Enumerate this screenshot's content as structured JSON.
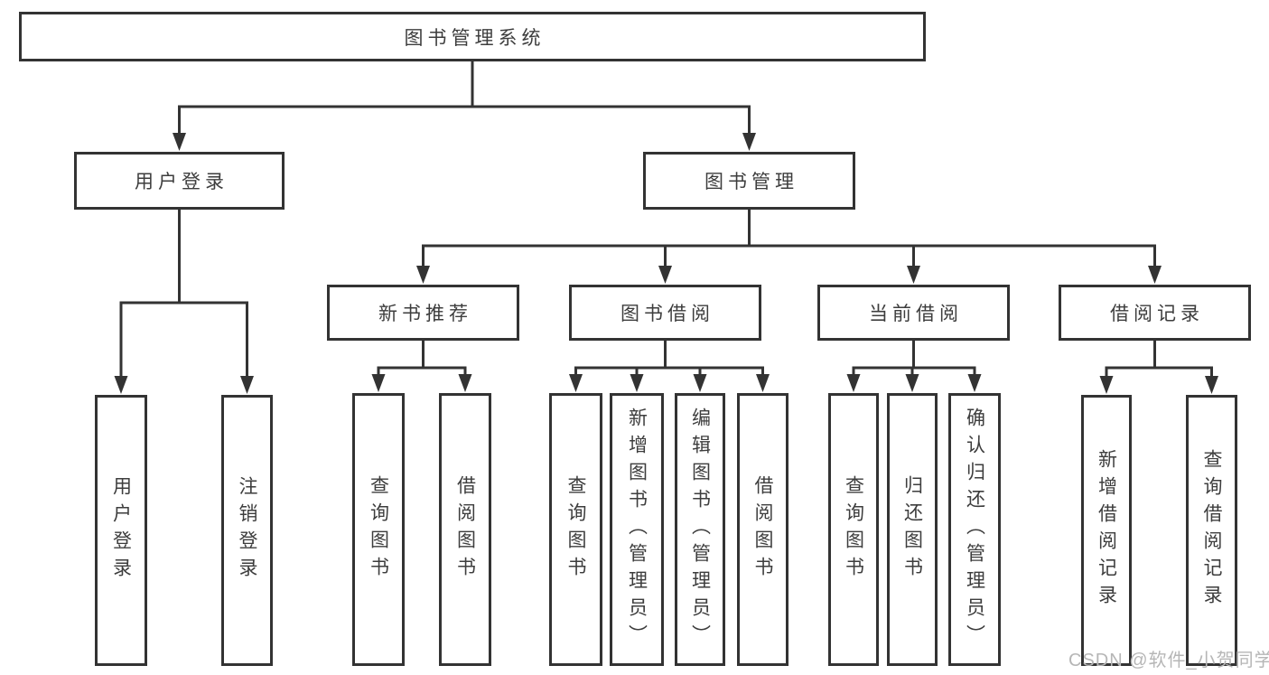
{
  "diagram": {
    "type": "tree",
    "title": "图书管理系统",
    "nodes": [
      {
        "id": "root",
        "label": "图书管理系统",
        "level": 0,
        "vertical": false
      },
      {
        "id": "user-login",
        "label": "用户登录",
        "level": 1,
        "vertical": false
      },
      {
        "id": "book-mgmt",
        "label": "图书管理",
        "level": 1,
        "vertical": false
      },
      {
        "id": "new-book-rec",
        "label": "新书推荐",
        "level": 2,
        "vertical": false
      },
      {
        "id": "book-borrow",
        "label": "图书借阅",
        "level": 2,
        "vertical": false
      },
      {
        "id": "current-borrow",
        "label": "当前借阅",
        "level": 2,
        "vertical": false
      },
      {
        "id": "borrow-record",
        "label": "借阅记录",
        "level": 2,
        "vertical": false
      },
      {
        "id": "l-user-login",
        "label": "用户登录",
        "level": 3,
        "vertical": true
      },
      {
        "id": "l-logout",
        "label": "注销登录",
        "level": 3,
        "vertical": true
      },
      {
        "id": "l-nb-query",
        "label": "查询图书",
        "level": 3,
        "vertical": true
      },
      {
        "id": "l-nb-borrow",
        "label": "借阅图书",
        "level": 3,
        "vertical": true
      },
      {
        "id": "l-bb-query",
        "label": "查询图书",
        "level": 3,
        "vertical": true
      },
      {
        "id": "l-bb-add",
        "label": "新增图书（管理员）",
        "level": 3,
        "vertical": true
      },
      {
        "id": "l-bb-edit",
        "label": "编辑图书（管理员）",
        "level": 3,
        "vertical": true
      },
      {
        "id": "l-bb-borrow",
        "label": "借阅图书",
        "level": 3,
        "vertical": true
      },
      {
        "id": "l-cb-query",
        "label": "查询图书",
        "level": 3,
        "vertical": true
      },
      {
        "id": "l-cb-return",
        "label": "归还图书",
        "level": 3,
        "vertical": true
      },
      {
        "id": "l-cb-confirm",
        "label": "确认归还（管理员）",
        "level": 3,
        "vertical": true
      },
      {
        "id": "l-br-add",
        "label": "新增借阅记录",
        "level": 3,
        "vertical": true
      },
      {
        "id": "l-br-query",
        "label": "查询借阅记录",
        "level": 3,
        "vertical": true
      }
    ],
    "edges": [
      {
        "from": "root",
        "to": [
          "user-login",
          "book-mgmt"
        ]
      },
      {
        "from": "user-login",
        "to": [
          "l-user-login",
          "l-logout"
        ]
      },
      {
        "from": "book-mgmt",
        "to": [
          "new-book-rec",
          "book-borrow",
          "current-borrow",
          "borrow-record"
        ]
      },
      {
        "from": "new-book-rec",
        "to": [
          "l-nb-query",
          "l-nb-borrow"
        ]
      },
      {
        "from": "book-borrow",
        "to": [
          "l-bb-query",
          "l-bb-add",
          "l-bb-edit",
          "l-bb-borrow"
        ]
      },
      {
        "from": "current-borrow",
        "to": [
          "l-cb-query",
          "l-cb-return",
          "l-cb-confirm"
        ]
      },
      {
        "from": "borrow-record",
        "to": [
          "l-br-add",
          "l-br-query"
        ]
      }
    ]
  },
  "watermark": {
    "text": "CSDN @软件_小贺同学",
    "color": "#b6b6b6"
  },
  "colors": {
    "line": "#333333",
    "box_border": "#333333",
    "text": "#3d3d3d",
    "background": "#ffffff"
  }
}
